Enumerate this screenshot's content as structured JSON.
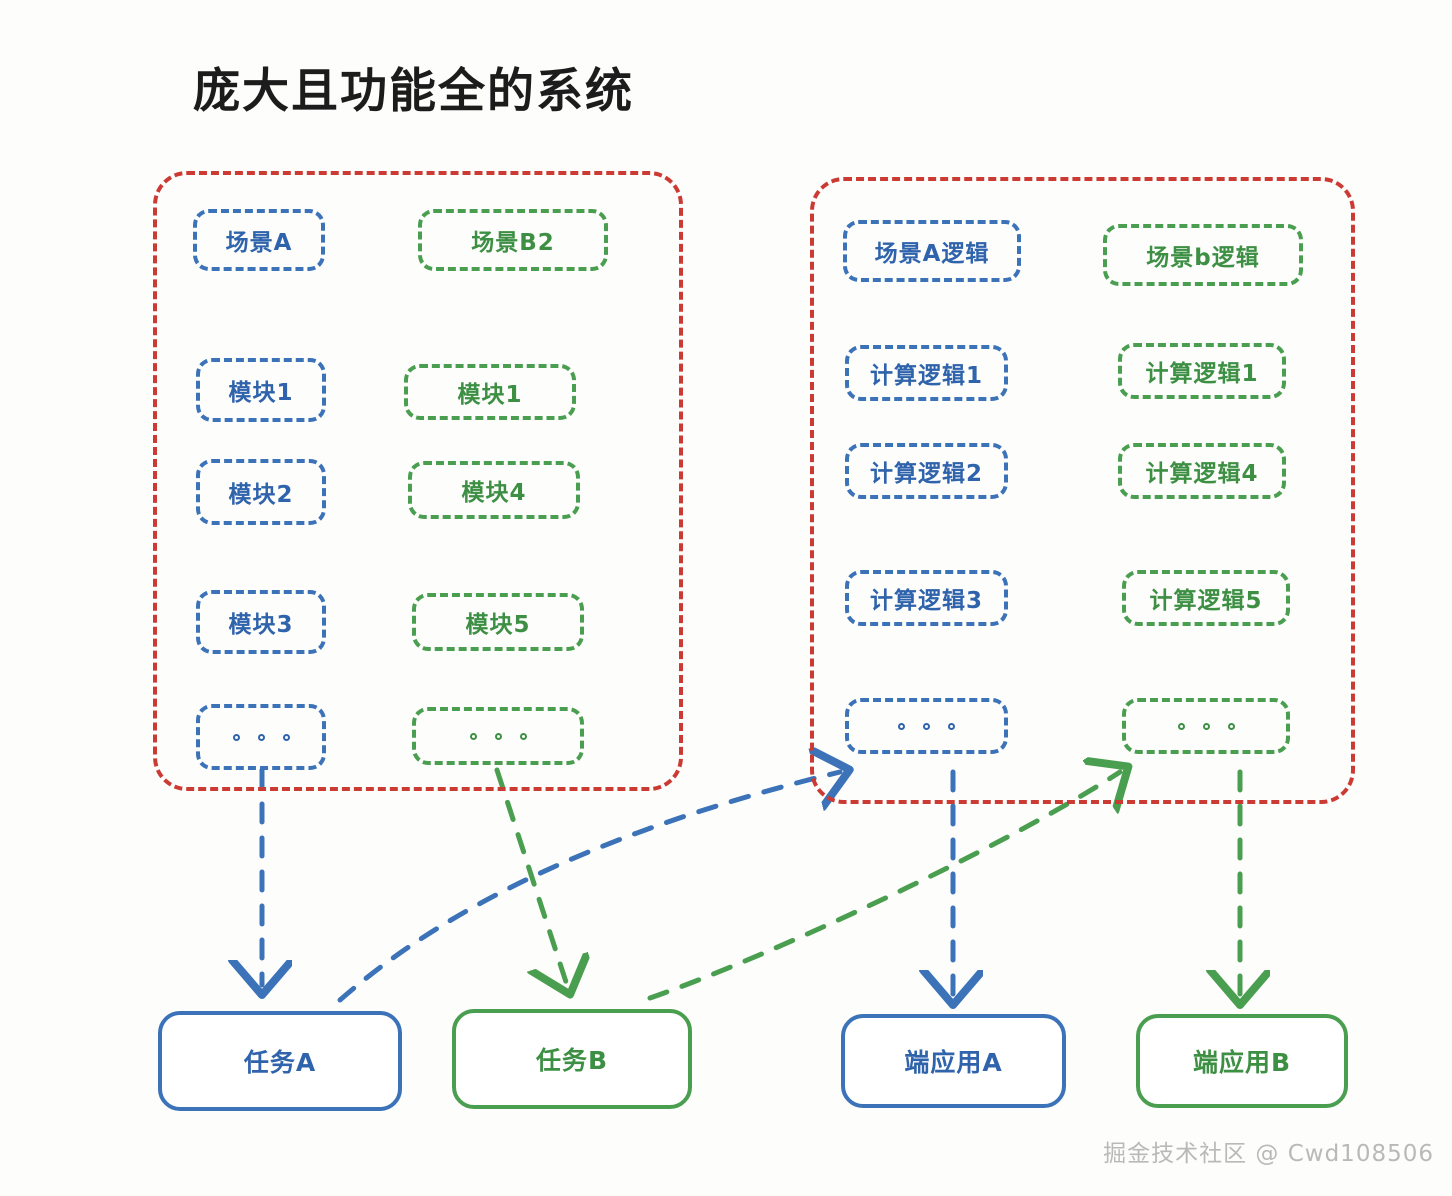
{
  "title": "庞大且功能全的系统",
  "colors": {
    "red_container": "#cc3b33",
    "blue": "#3b72b8",
    "green": "#4a9e4f",
    "background": "#fdfdfc",
    "title_text": "#1c1c1c",
    "watermark_text": "#b9b9b9"
  },
  "groups": [
    {
      "name": "left-system-group",
      "blue_column": [
        {
          "label": "场景A"
        },
        {
          "label": "模块1"
        },
        {
          "label": "模块2"
        },
        {
          "label": "模块3"
        },
        {
          "label": "",
          "dots": 3
        }
      ],
      "green_column": [
        {
          "label": "场景B2"
        },
        {
          "label": "模块1"
        },
        {
          "label": "模块4"
        },
        {
          "label": "模块5"
        },
        {
          "label": "",
          "dots": 3
        }
      ]
    },
    {
      "name": "right-system-group",
      "blue_column": [
        {
          "label": "场景A逻辑"
        },
        {
          "label": "计算逻辑1"
        },
        {
          "label": "计算逻辑2"
        },
        {
          "label": "计算逻辑3"
        },
        {
          "label": "",
          "dots": 3
        }
      ],
      "green_column": [
        {
          "label": "场景b逻辑"
        },
        {
          "label": "计算逻辑1"
        },
        {
          "label": "计算逻辑4"
        },
        {
          "label": "计算逻辑5"
        },
        {
          "label": "",
          "dots": 3
        }
      ]
    }
  ],
  "endpoints": [
    {
      "label": "任务A",
      "color": "blue"
    },
    {
      "label": "任务B",
      "color": "green"
    },
    {
      "label": "端应用A",
      "color": "blue"
    },
    {
      "label": "端应用B",
      "color": "green"
    }
  ],
  "watermark": "掘金技术社区 @ Cwd108506"
}
